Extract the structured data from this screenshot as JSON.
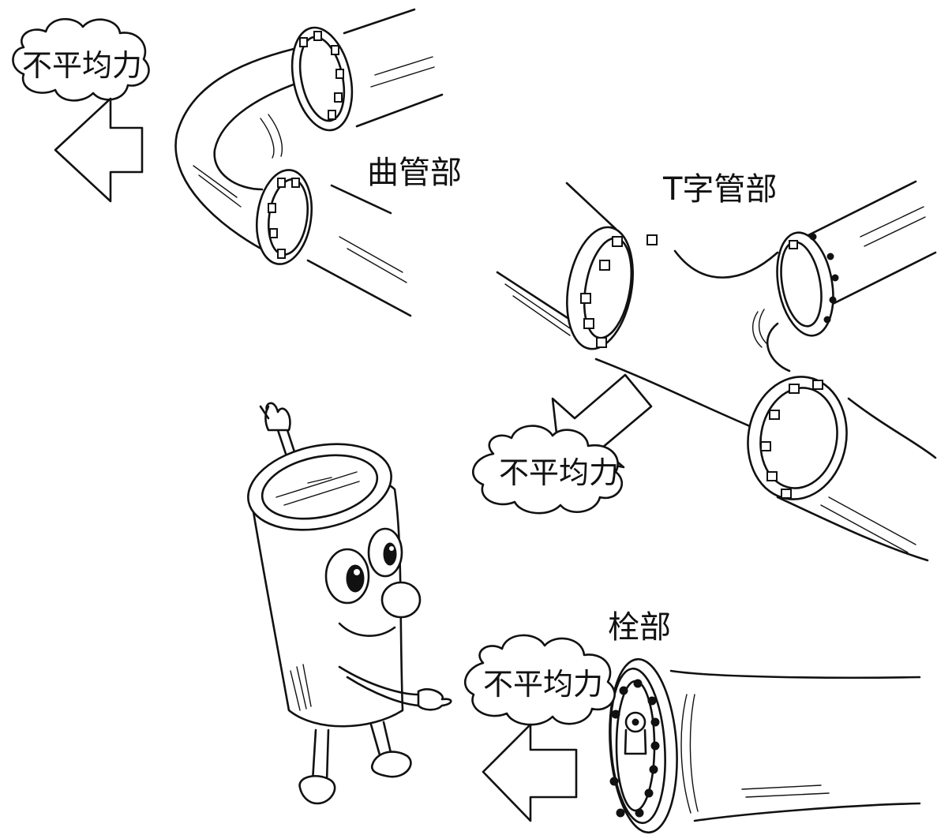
{
  "labels": {
    "bend": "曲管部",
    "tee": "T字管部",
    "hydrant": "栓部"
  },
  "callouts": {
    "bend_force": "不平均力",
    "tee_force": "不平均力",
    "hydrant_force": "不平均力"
  }
}
